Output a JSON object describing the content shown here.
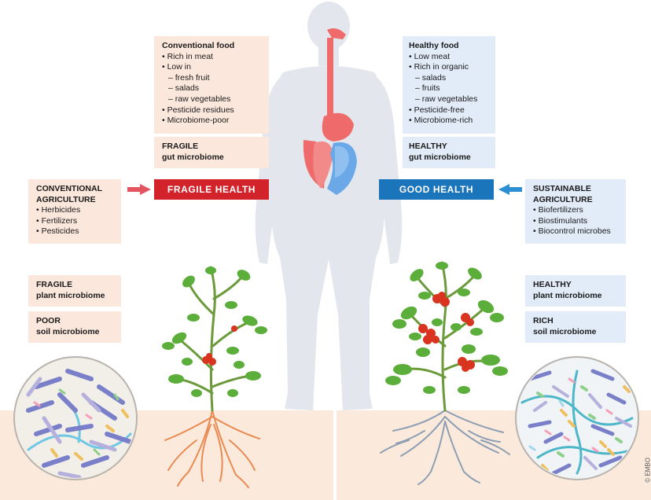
{
  "conventional_food": {
    "title": "Conventional food",
    "items": [
      "• Rich in meat",
      "• Low in",
      "– fresh fruit",
      "– salads",
      "– raw vegetables",
      "• Pesticide residues",
      "• Microbiome-poor"
    ]
  },
  "healthy_food": {
    "title": "Healthy food",
    "items": [
      "• Low meat",
      "• Rich in organic",
      "– salads",
      "– fruits",
      "– raw vegetables",
      "• Pesticide-free",
      "• Microbiome-rich"
    ]
  },
  "fragile_gut": {
    "line1": "FRAGILE",
    "line2": "gut microbiome"
  },
  "healthy_gut": {
    "line1": "HEALTHY",
    "line2": "gut microbiome"
  },
  "fragile_health": {
    "label": "FRAGILE HEALTH",
    "color": "#d2232a"
  },
  "good_health": {
    "label": "GOOD HEALTH",
    "color": "#1b75bb"
  },
  "conventional_agriculture": {
    "line1": "CONVENTIONAL",
    "line2": "AGRICULTURE",
    "items": [
      "• Herbicides",
      "• Fertilizers",
      "• Pesticides"
    ]
  },
  "sustainable_agriculture": {
    "line1": "SUSTAINABLE",
    "line2": "AGRICULTURE",
    "items": [
      "• Biofertilizers",
      "• Biostimulants",
      "• Biocontrol microbes"
    ]
  },
  "fragile_plant": {
    "line1": "FRAGILE",
    "line2": "plant microbiome"
  },
  "poor_soil": {
    "line1": "POOR",
    "line2": "soil microbiome"
  },
  "healthy_plant": {
    "line1": "HEALTHY",
    "line2": "plant microbiome"
  },
  "rich_soil": {
    "line1": "RICH",
    "line2": "soil microbiome"
  },
  "credit": "© EMBO",
  "colors": {
    "pink_panel": "#fbe7dc",
    "blue_panel": "#e2ecf8",
    "soil": "#fbeadc",
    "gut_red": "#ef6b6b",
    "gut_blue": "#6aa8e8",
    "leaf_green": "#5cae3a",
    "tomato_red": "#d9341f"
  }
}
